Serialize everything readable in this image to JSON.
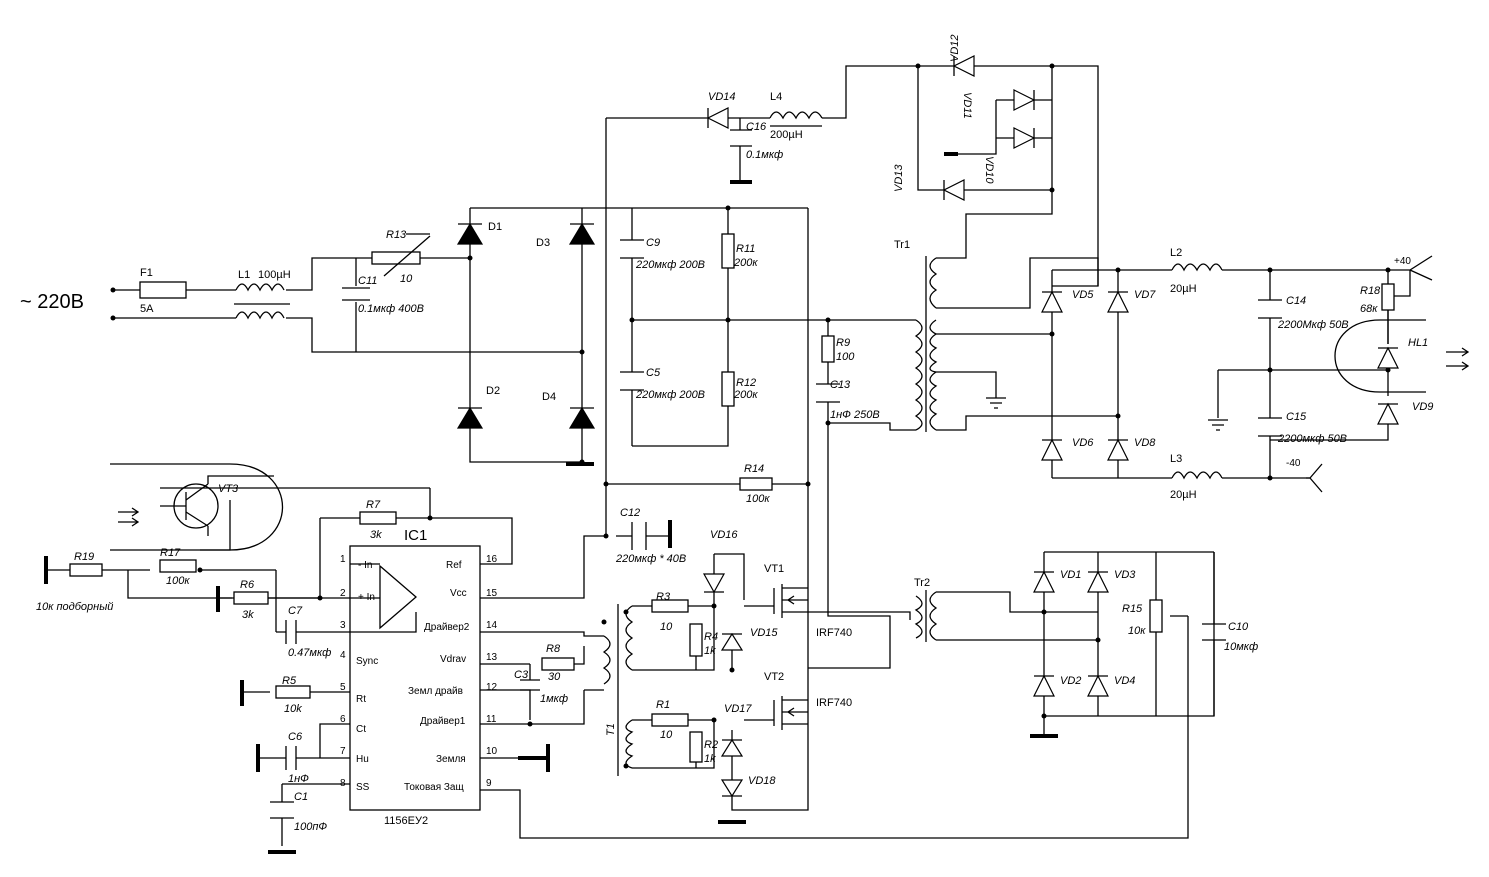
{
  "mains": {
    "label": "~ 220В"
  },
  "ic": {
    "name": "IC1",
    "part": "1156ЕУ2",
    "pins_left": [
      {
        "n": "1",
        "name": "- In"
      },
      {
        "n": "2",
        "name": "+ In"
      },
      {
        "n": "3",
        "name": ""
      },
      {
        "n": "4",
        "name": "Sync"
      },
      {
        "n": "5",
        "name": "Rt"
      },
      {
        "n": "6",
        "name": "Ct"
      },
      {
        "n": "7",
        "name": "Hu"
      },
      {
        "n": "8",
        "name": "SS"
      }
    ],
    "pins_right": [
      {
        "n": "16",
        "name": "Ref"
      },
      {
        "n": "15",
        "name": "Vcc"
      },
      {
        "n": "14",
        "name": "Драйвер2"
      },
      {
        "n": "13",
        "name": "Vdrav"
      },
      {
        "n": "12",
        "name": "Земл драйв"
      },
      {
        "n": "11",
        "name": "Драйвер1"
      },
      {
        "n": "10",
        "name": "Земля"
      },
      {
        "n": "9",
        "name": "Токовая Защ"
      }
    ]
  },
  "parts": {
    "F1": {
      "ref": "F1",
      "val": "5A"
    },
    "L1": {
      "ref": "L1",
      "val": "100µH"
    },
    "C11": {
      "ref": "C11",
      "val": "0.1мкф 400В"
    },
    "R13": {
      "ref": "R13",
      "val": "10"
    },
    "D1": {
      "ref": "D1"
    },
    "D2": {
      "ref": "D2"
    },
    "D3": {
      "ref": "D3"
    },
    "D4": {
      "ref": "D4"
    },
    "C9": {
      "ref": "C9",
      "val": "220мкф 200В"
    },
    "C5": {
      "ref": "C5",
      "val": "220мкф 200В"
    },
    "R11": {
      "ref": "R11",
      "val": "200к"
    },
    "R12": {
      "ref": "R12",
      "val": "200к"
    },
    "VD14": {
      "ref": "VD14"
    },
    "L4": {
      "ref": "L4",
      "val": "200µH"
    },
    "C16": {
      "ref": "C16",
      "val": "0.1мкф"
    },
    "VD12": {
      "ref": "VD12"
    },
    "VD11": {
      "ref": "VD11"
    },
    "VD10": {
      "ref": "VD10"
    },
    "VD13": {
      "ref": "VD13"
    },
    "Tr1": {
      "ref": "Tr1"
    },
    "Tr2": {
      "ref": "Tr2"
    },
    "T1": {
      "ref": "T1"
    },
    "R9": {
      "ref": "R9",
      "val": "100"
    },
    "C13": {
      "ref": "C13",
      "val": "1нФ 250В"
    },
    "R14": {
      "ref": "R14",
      "val": "100к"
    },
    "C12": {
      "ref": "C12",
      "val": "220мкф * 40В"
    },
    "VD16": {
      "ref": "VD16"
    },
    "VD15": {
      "ref": "VD15"
    },
    "VD17": {
      "ref": "VD17"
    },
    "VD18": {
      "ref": "VD18"
    },
    "VT1": {
      "ref": "VT1",
      "val": "IRF740"
    },
    "VT2": {
      "ref": "VT2",
      "val": "IRF740"
    },
    "VT3": {
      "ref": "VT3"
    },
    "R3": {
      "ref": "R3",
      "val": "10"
    },
    "R4": {
      "ref": "R4",
      "val": "1k"
    },
    "R1": {
      "ref": "R1",
      "val": "10"
    },
    "R2": {
      "ref": "R2",
      "val": "1k"
    },
    "R7": {
      "ref": "R7",
      "val": "3k"
    },
    "R17": {
      "ref": "R17",
      "val": "100к"
    },
    "R19": {
      "ref": "R19",
      "val": "10к подборный"
    },
    "R6": {
      "ref": "R6",
      "val": "3k"
    },
    "C7": {
      "ref": "C7",
      "val": "0.47мкф"
    },
    "R5": {
      "ref": "R5",
      "val": "10k"
    },
    "C6": {
      "ref": "C6",
      "val": "1нФ"
    },
    "C1": {
      "ref": "C1",
      "val": "100пФ"
    },
    "R8": {
      "ref": "R8",
      "val": "30"
    },
    "C3": {
      "ref": "C3",
      "val": "1мкф"
    },
    "VD5": {
      "ref": "VD5"
    },
    "VD6": {
      "ref": "VD6"
    },
    "VD7": {
      "ref": "VD7"
    },
    "VD8": {
      "ref": "VD8"
    },
    "L2": {
      "ref": "L2",
      "val": "20µH"
    },
    "L3": {
      "ref": "L3",
      "val": "20µH"
    },
    "C14": {
      "ref": "C14",
      "val": "2200Мкф 50В"
    },
    "C15": {
      "ref": "C15",
      "val": "2200мкф 50В"
    },
    "R18": {
      "ref": "R18",
      "val": "68к"
    },
    "HL1": {
      "ref": "HL1"
    },
    "VD9": {
      "ref": "VD9"
    },
    "VD1": {
      "ref": "VD1"
    },
    "VD2": {
      "ref": "VD2"
    },
    "VD3": {
      "ref": "VD3"
    },
    "VD4": {
      "ref": "VD4"
    },
    "R15": {
      "ref": "R15",
      "val": "10к"
    },
    "C10": {
      "ref": "C10",
      "val": "10мкф"
    }
  },
  "rails": {
    "pos": "+40",
    "neg": "-40"
  }
}
